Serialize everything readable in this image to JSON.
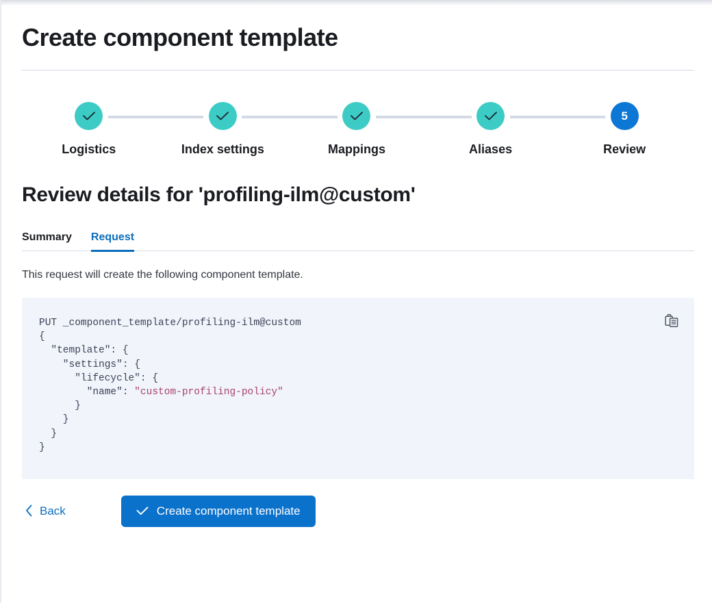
{
  "page": {
    "title": "Create component template"
  },
  "stepper": {
    "steps": [
      {
        "label": "Logistics",
        "state": "complete",
        "icon": "check-icon",
        "number": "1"
      },
      {
        "label": "Index settings",
        "state": "complete",
        "icon": "check-icon",
        "number": "2"
      },
      {
        "label": "Mappings",
        "state": "complete",
        "icon": "check-icon",
        "number": "3"
      },
      {
        "label": "Aliases",
        "state": "complete",
        "icon": "check-icon",
        "number": "4"
      },
      {
        "label": "Review",
        "state": "current",
        "icon": "",
        "number": "5"
      }
    ],
    "colors": {
      "complete": "#3dccc5",
      "current": "#0c77d4",
      "connector": "#d3dae6"
    }
  },
  "review": {
    "heading": "Review details for 'profiling-ilm@custom'",
    "tabs": [
      {
        "label": "Summary",
        "active": false
      },
      {
        "label": "Request",
        "active": true
      }
    ],
    "description": "This request will create the following component template."
  },
  "code_block": {
    "copy_icon": "copy-clipboard-icon",
    "method_line": "PUT _component_template/profiling-ilm@custom",
    "string_value": "\"custom-profiling-policy\"",
    "lines_before_value": "{\n  \"template\": {\n    \"settings\": {\n      \"lifecycle\": {\n        \"name\": ",
    "lines_after_value": "\n      }\n    }\n  }\n}",
    "background": "#f1f4fa",
    "string_color": "#a8446b"
  },
  "footer": {
    "back_label": "Back",
    "back_icon": "chevron-left-icon",
    "submit_label": "Create component template",
    "submit_icon": "check-icon",
    "submit_color": "#0b72cc"
  }
}
